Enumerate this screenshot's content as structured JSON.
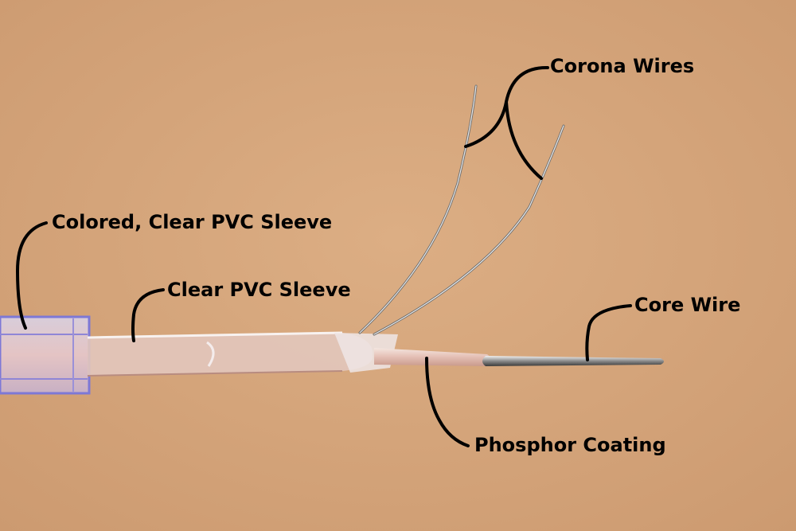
{
  "labels": {
    "corona_wires": "Corona Wires",
    "colored_sleeve": "Colored, Clear PVC Sleeve",
    "clear_sleeve": "Clear PVC Sleeve",
    "core_wire": "Core Wire",
    "phosphor_coating": "Phosphor Coating"
  },
  "colors": {
    "background": "#d8a87e",
    "label_text": "#000000",
    "leader_line": "#000000"
  }
}
